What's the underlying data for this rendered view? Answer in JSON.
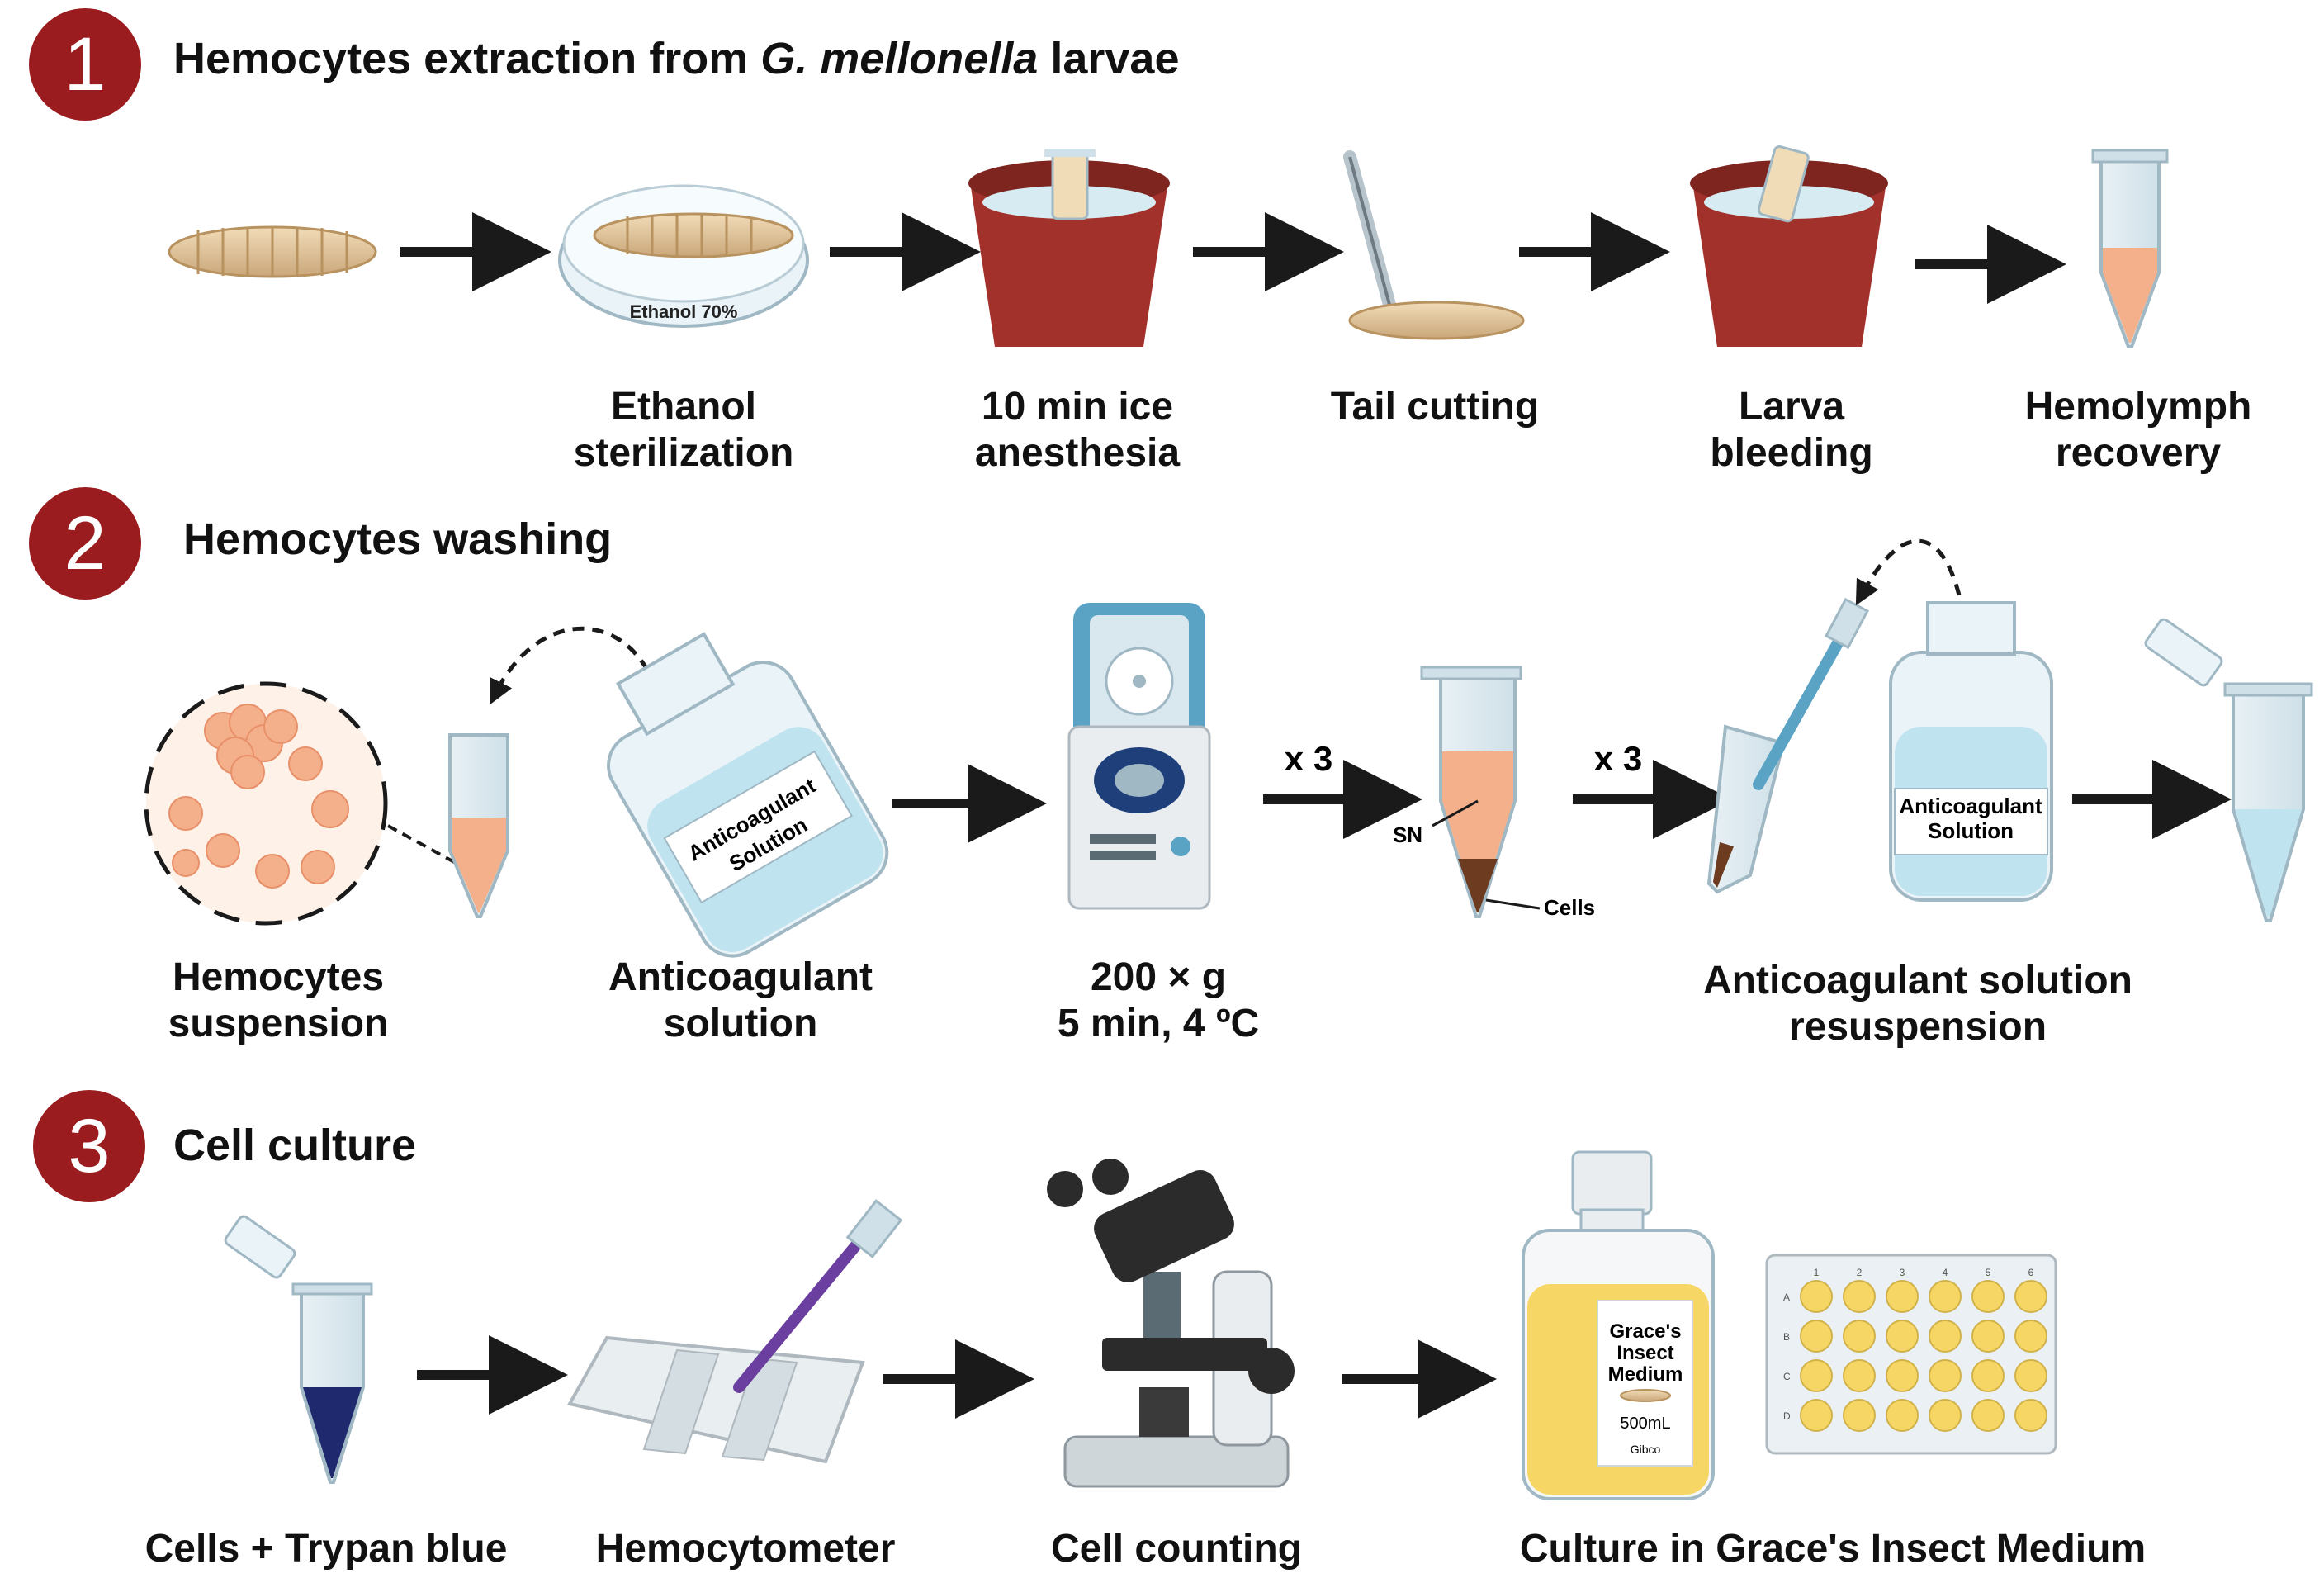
{
  "sections": [
    {
      "number": "1",
      "title_prefix": "Hemocytes extraction from ",
      "title_italic": "G. mellonella",
      "title_suffix": " larvae"
    },
    {
      "number": "2",
      "title": "Hemocytes washing"
    },
    {
      "number": "3",
      "title": "Cell culture"
    }
  ],
  "step1": {
    "captions": [
      [
        "Ethanol",
        "sterilization"
      ],
      [
        "10 min ice",
        "anesthesia"
      ],
      [
        "Tail cutting"
      ],
      [
        "Larva",
        "bleeding"
      ],
      [
        "Hemolymph",
        "recovery"
      ]
    ],
    "dish_label": "Ethanol 70%"
  },
  "step2": {
    "captions": [
      [
        "Hemocytes",
        "suspension"
      ],
      [
        "Anticoagulant",
        "solution"
      ],
      [
        "200 × g",
        "5 min, 4 ºC"
      ],
      [
        "Anticoagulant solution",
        "resuspension"
      ]
    ],
    "bottle_label": [
      "Anticoagulant",
      "Solution"
    ],
    "repeat_label": "x 3",
    "sn_label": "SN",
    "cells_label": "Cells"
  },
  "step3": {
    "captions": [
      "Cells + Trypan blue",
      "Hemocytometer",
      "Cell counting",
      "Culture in Grace's Insect Medium"
    ],
    "flask_label": [
      "Grace's",
      "Insect",
      "Medium"
    ],
    "flask_volume": "500mL",
    "flask_brand": "Gibco",
    "plate_columns": [
      "1",
      "2",
      "3",
      "4",
      "5",
      "6"
    ],
    "plate_rows": [
      "A",
      "B",
      "C",
      "D"
    ]
  },
  "colors": {
    "badge": "#9b1c1f",
    "pot": "#a3312b",
    "hemolymph": "#f4b08a",
    "anticoagulant": "#bfe3ef",
    "trypan": "#1f2a6e",
    "medium": "#f6d766",
    "arrow": "#1a1a1a"
  }
}
